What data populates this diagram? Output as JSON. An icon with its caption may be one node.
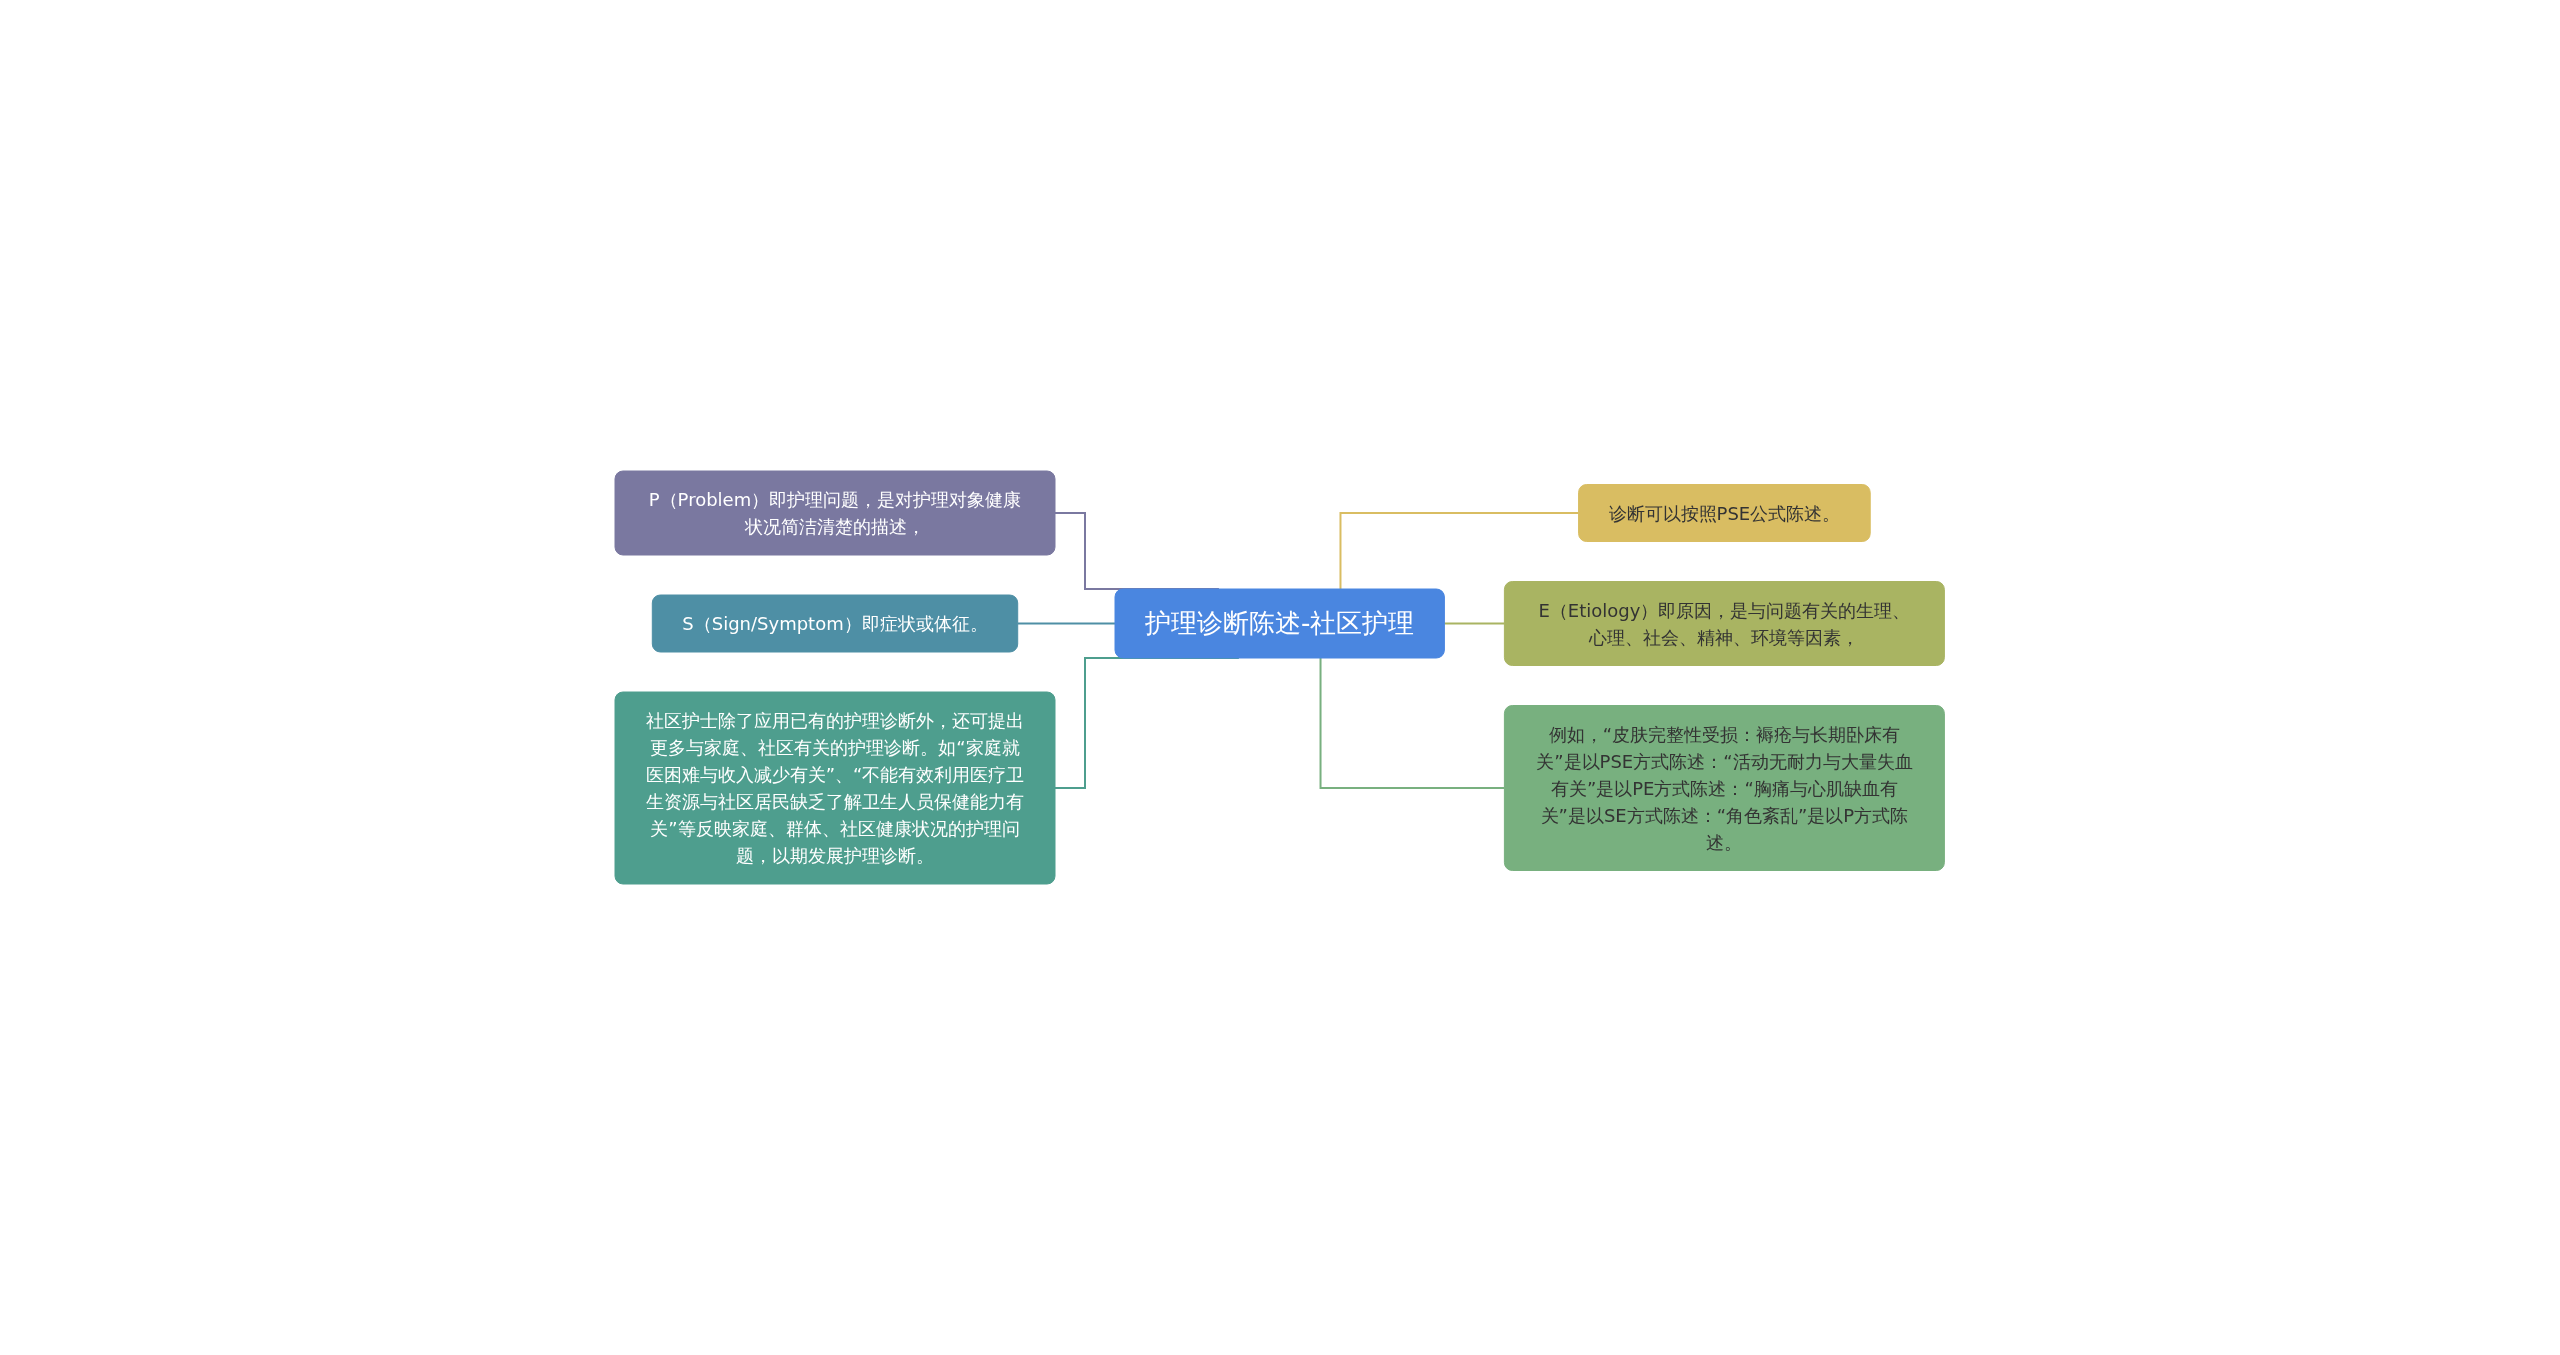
{
  "diagram": {
    "nodes": [
      {
        "text": [
          "护理诊断陈述-社区护理"
        ]
      },
      {
        "text": [
          "P（Problem）即护理问题，是对护理对象健康状况简洁清楚的描述，"
        ]
      },
      {
        "text": [
          "S（Sign/Symptom）即症状或体征。"
        ]
      },
      {
        "text": [
          "社区护士除了应用已有的护理诊断外，还可提出更多与家庭、社区有关的护理诊断。如“家庭就医困难与收入减少有关”、“不能有效利用医疗卫生资源与社区居民缺乏了解卫生人员保健能力有关”等反映家庭、群体、社区健康状况的护理问题，以期发展护理诊断。"
        ]
      },
      {
        "text": [
          "诊断可以按照PSE公式陈述。"
        ]
      },
      {
        "text": [
          "E（Etiology）即原因，是与问题有关的生理、心理、社会、精神、环境等因素，"
        ]
      },
      {
        "text": [
          "例如，“皮肤完整性受损：褥疮与长期卧床有关”是以PSE方式陈述：“活动无耐力与大量失血有关”是以PE方式陈述：“胸痛与心肌缺血有关”是以SE方式陈述：“角色紊乱”是以P方式陈述。"
        ]
      }
    ],
    "edges": [
      {
        "from": 0,
        "to": 1,
        "arrow": "none",
        "color": "#7a78a0"
      },
      {
        "from": 0,
        "to": 2,
        "arrow": "none",
        "color": "#4e8fa5"
      },
      {
        "from": 0,
        "to": 3,
        "arrow": "none",
        "color": "#4e9e8e"
      },
      {
        "from": 0,
        "to": 4,
        "arrow": "none",
        "color": "#d9bd62"
      },
      {
        "from": 0,
        "to": 5,
        "arrow": "none",
        "color": "#a9b462"
      },
      {
        "from": 0,
        "to": 6,
        "arrow": "none",
        "color": "#78b07f"
      }
    ]
  }
}
